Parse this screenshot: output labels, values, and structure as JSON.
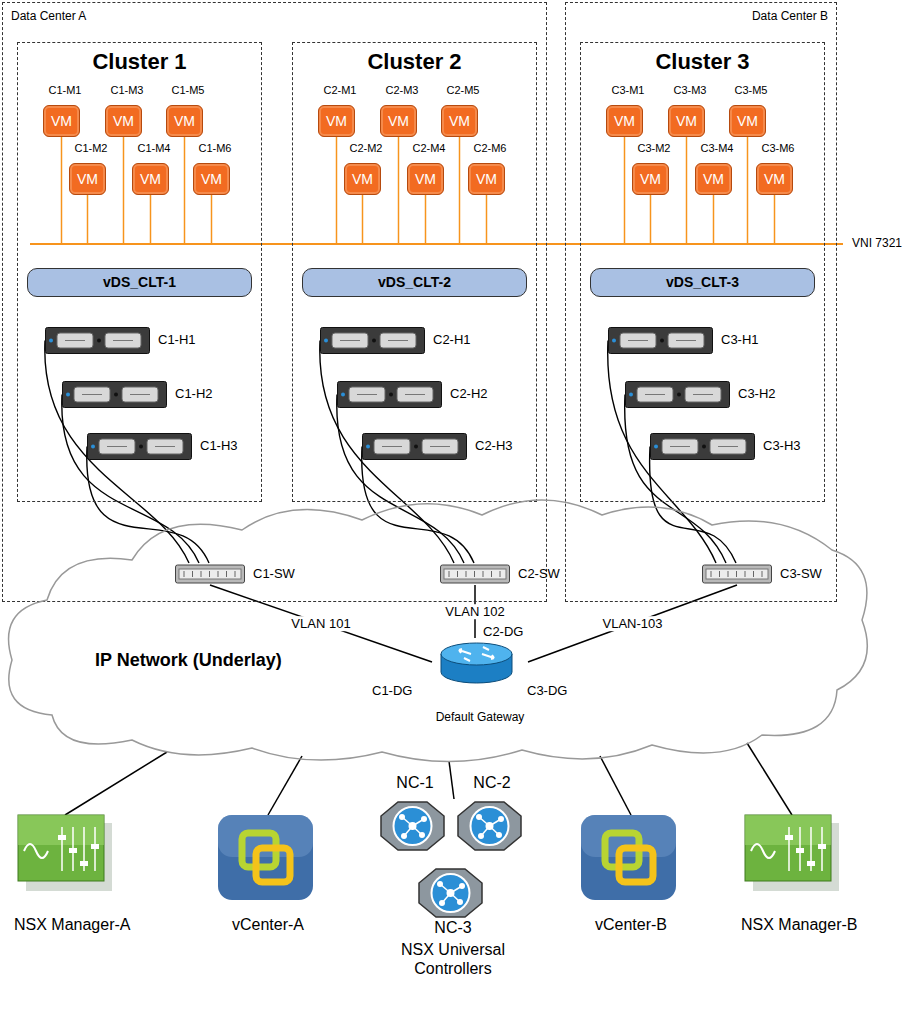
{
  "diagram": {
    "nodes": [
      {
        "text": [
          "Data Center A"
        ]
      },
      {
        "text": [
          "Cluster 1"
        ],
        "in": 0
      },
      {
        "text": [
          "C1-M1",
          "VM"
        ],
        "in": 1
      },
      {
        "text": [
          "C1-M2",
          "VM"
        ],
        "in": 1
      },
      {
        "text": [
          "C1-M3",
          "VM"
        ],
        "in": 1
      },
      {
        "text": [
          "C1-M4",
          "VM"
        ],
        "in": 1
      },
      {
        "text": [
          "C1-M5",
          "VM"
        ],
        "in": 1
      },
      {
        "text": [
          "C1-M6",
          "VM"
        ],
        "in": 1
      },
      {
        "text": [
          "vDS_CLT-1"
        ],
        "in": 1
      },
      {
        "text": [
          "C1-H1"
        ],
        "in": 1
      },
      {
        "text": [
          "C1-H2"
        ],
        "in": 1
      },
      {
        "text": [
          "C1-H3"
        ],
        "in": 1
      },
      {
        "text": [
          "Cluster 2"
        ],
        "in": 0
      },
      {
        "text": [
          "C2-M1",
          "VM"
        ],
        "in": 12
      },
      {
        "text": [
          "C2-M2",
          "VM"
        ],
        "in": 12
      },
      {
        "text": [
          "C2-M3",
          "VM"
        ],
        "in": 12
      },
      {
        "text": [
          "C2-M4",
          "VM"
        ],
        "in": 12
      },
      {
        "text": [
          "C2-M5",
          "VM"
        ],
        "in": 12
      },
      {
        "text": [
          "C2-M6",
          "VM"
        ],
        "in": 12
      },
      {
        "text": [
          "vDS_CLT-2"
        ],
        "in": 12
      },
      {
        "text": [
          "C2-H1"
        ],
        "in": 12
      },
      {
        "text": [
          "C2-H2"
        ],
        "in": 12
      },
      {
        "text": [
          "C2-H3"
        ],
        "in": 12
      },
      {
        "text": [
          "C1-SW"
        ],
        "in": 0
      },
      {
        "text": [
          "C2-SW"
        ],
        "in": 0
      },
      {
        "text": [
          "Data Center B"
        ]
      },
      {
        "text": [
          "Cluster 3"
        ],
        "in": 25
      },
      {
        "text": [
          "C3-M1",
          "VM"
        ],
        "in": 26
      },
      {
        "text": [
          "C3-M2",
          "VM"
        ],
        "in": 26
      },
      {
        "text": [
          "C3-M3",
          "VM"
        ],
        "in": 26
      },
      {
        "text": [
          "C3-M4",
          "VM"
        ],
        "in": 26
      },
      {
        "text": [
          "C3-M5",
          "VM"
        ],
        "in": 26
      },
      {
        "text": [
          "C3-M6",
          "VM"
        ],
        "in": 26
      },
      {
        "text": [
          "vDS_CLT-3"
        ],
        "in": 26
      },
      {
        "text": [
          "C3-H1"
        ],
        "in": 26
      },
      {
        "text": [
          "C3-H2"
        ],
        "in": 26
      },
      {
        "text": [
          "C3-H3"
        ],
        "in": 26
      },
      {
        "text": [
          "C3-SW"
        ],
        "in": 25
      },
      {
        "text": [
          "IP Network (Underlay)"
        ]
      },
      {
        "text": [
          "Default Gateway"
        ],
        "in": 38
      },
      {
        "text": [
          "NSX Manager-A"
        ]
      },
      {
        "text": [
          "vCenter-A"
        ]
      },
      {
        "text": [
          "NC-1"
        ]
      },
      {
        "text": [
          "NC-2"
        ]
      },
      {
        "text": [
          "NC-3",
          "NSX Universal Controllers"
        ]
      },
      {
        "text": [
          "vCenter-B"
        ]
      },
      {
        "text": [
          "NSX Manager-B"
        ]
      }
    ],
    "edges": [
      {
        "from": 9,
        "to": 23,
        "arrow": "none"
      },
      {
        "from": 10,
        "to": 23,
        "arrow": "none"
      },
      {
        "from": 11,
        "to": 23,
        "arrow": "none"
      },
      {
        "from": 20,
        "to": 24,
        "arrow": "none"
      },
      {
        "from": 21,
        "to": 24,
        "arrow": "none"
      },
      {
        "from": 22,
        "to": 24,
        "arrow": "none"
      },
      {
        "from": 34,
        "to": 37,
        "arrow": "none"
      },
      {
        "from": 35,
        "to": 37,
        "arrow": "none"
      },
      {
        "from": 36,
        "to": 37,
        "arrow": "none"
      },
      {
        "from": 23,
        "to": 39,
        "label": "VLAN 101",
        "arrow": "none"
      },
      {
        "from": 24,
        "to": 39,
        "label": "VLAN 102",
        "arrow": "none"
      },
      {
        "from": 37,
        "to": 39,
        "label": "VLAN-103",
        "arrow": "none"
      },
      {
        "from": 38,
        "to": 40,
        "arrow": "none"
      },
      {
        "from": 38,
        "to": 41,
        "arrow": "none"
      },
      {
        "from": 38,
        "to": 42,
        "arrow": "none"
      },
      {
        "from": 38,
        "to": 45,
        "arrow": "none"
      },
      {
        "from": 38,
        "to": 46,
        "arrow": "none"
      }
    ],
    "labels": [
      "C1-DG",
      "C2-DG",
      "C3-DG",
      "VNI 7321"
    ]
  }
}
